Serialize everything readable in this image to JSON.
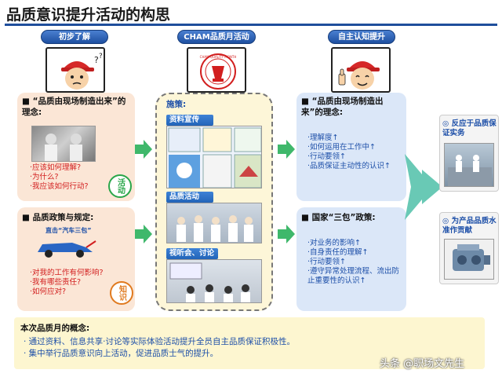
{
  "title": "品质意识提升活动的构思",
  "tags": {
    "left": "初步了解",
    "middle": "CHAM品质月活动",
    "right": "自主认知提升"
  },
  "seal_text": "CHAM QUALITY MONTH",
  "left_top": {
    "heading": "■ “品质由现场制造出来”的理念:",
    "items": [
      "·应该如何理解?",
      "·为什么?",
      "·我应该如何行动?"
    ]
  },
  "left_bottom": {
    "heading": "■ 品质政策与规定:",
    "banner": "直击“汽车三包”",
    "items": [
      "·对我的工作有何影响?",
      "·我有哪些责任?",
      "·如何应对?"
    ]
  },
  "circle_tags": {
    "activity": "活动",
    "knowledge": "知识"
  },
  "middle": {
    "heading": "施策:",
    "sections": [
      "资料宣传",
      "品质活动",
      "视听会、讨论"
    ]
  },
  "right_top": {
    "heading": "■ “品质由现场制造出来”的理念:",
    "items": [
      "·理解度↑",
      "·如何运用在工作中↑",
      "·行动要领↑",
      "·品质保证主动性的认识↑"
    ]
  },
  "right_bottom": {
    "heading": "■ 国家“三包”政策:",
    "items": [
      "·对业务的影响↑",
      "·自身责任的理解↑",
      "·行动要领↑",
      "·遵守异常处理流程、流出防止重要性的认识↑"
    ]
  },
  "far_right": {
    "top_label": "◎ 反应于品质保证实务",
    "bottom_label": "◎ 为产品品质水准作贡献"
  },
  "bottom": {
    "heading": "本次品质月的概念:",
    "items": [
      "· 通过资料、信息共享·讨论等实际体验活动提升全员自主品质保证积极性。",
      "· 集中举行品质意识向上活动，促进品质士气的提升。"
    ]
  },
  "watermark": "头条 @职场文先生",
  "colors": {
    "accent_blue": "#1f4e9c",
    "red_text": "#d21f1f",
    "blue_text": "#1d4fa8",
    "green_arrow": "#3fb86b"
  }
}
